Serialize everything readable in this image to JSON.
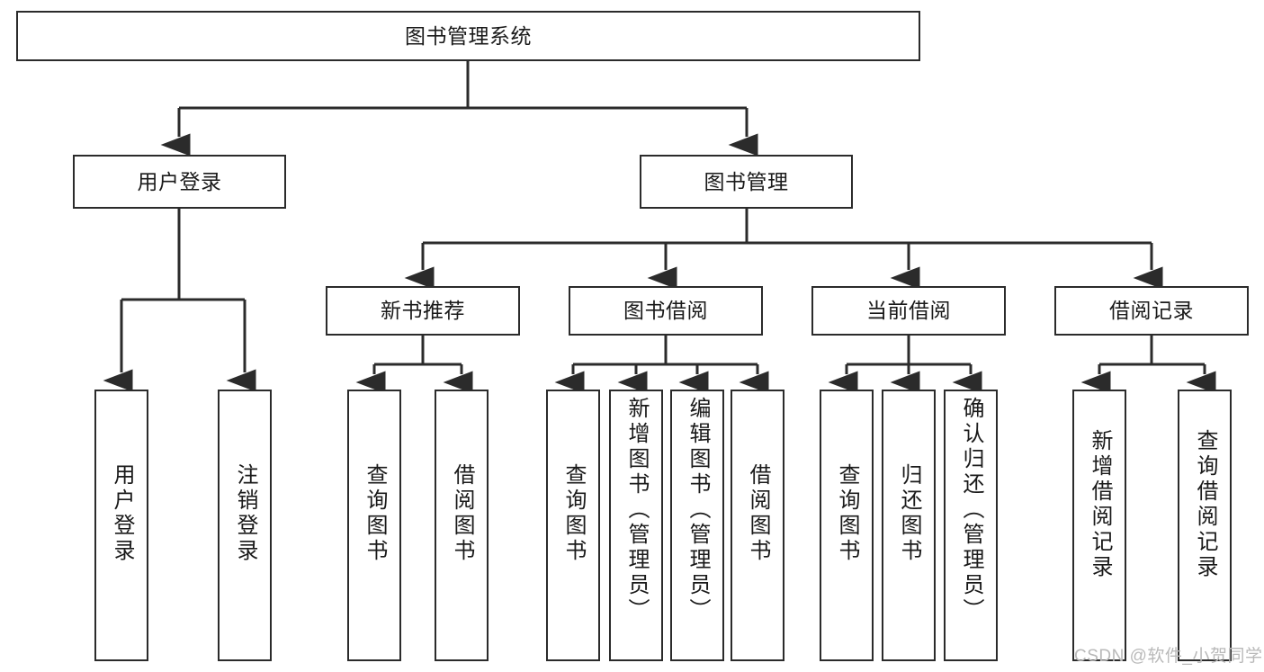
{
  "diagram": {
    "type": "tree-hierarchy",
    "title": "图书管理系统",
    "watermark": "CSDN @软件_小贺同学",
    "colors": {
      "stroke": "#2b2b2b",
      "fill": "#ffffff",
      "text": "#1a1a1a",
      "watermark": "#b9b9b9"
    },
    "nodes": {
      "root": {
        "label": "图书管理系统",
        "level": 1
      },
      "l2": [
        {
          "id": "user-login",
          "label": "用户登录",
          "level": 2
        },
        {
          "id": "book-manage",
          "label": "图书管理",
          "level": 2
        }
      ],
      "l3": [
        {
          "id": "new-book-rec",
          "label": "新书推荐",
          "level": 3,
          "parent": "book-manage"
        },
        {
          "id": "book-borrow",
          "label": "图书借阅",
          "level": 3,
          "parent": "book-manage"
        },
        {
          "id": "current-borrow",
          "label": "当前借阅",
          "level": 3,
          "parent": "book-manage"
        },
        {
          "id": "borrow-record",
          "label": "借阅记录",
          "level": 3,
          "parent": "book-manage"
        }
      ],
      "leaves": [
        {
          "id": "leaf-user-login",
          "label": "用户登录",
          "parent": "user-login"
        },
        {
          "id": "leaf-logout-login",
          "label": "注销登录",
          "parent": "user-login"
        },
        {
          "id": "leaf-query-book-1",
          "label": "查询图书",
          "parent": "new-book-rec"
        },
        {
          "id": "leaf-borrow-book-1",
          "label": "借阅图书",
          "parent": "new-book-rec"
        },
        {
          "id": "leaf-query-book-2",
          "label": "查询图书",
          "parent": "book-borrow"
        },
        {
          "id": "leaf-add-book",
          "label": "新增图书（管理员）",
          "parent": "book-borrow"
        },
        {
          "id": "leaf-edit-book",
          "label": "编辑图书（管理员）",
          "parent": "book-borrow"
        },
        {
          "id": "leaf-borrow-book-2",
          "label": "借阅图书",
          "parent": "book-borrow"
        },
        {
          "id": "leaf-query-book-3",
          "label": "查询图书",
          "parent": "current-borrow"
        },
        {
          "id": "leaf-return-book",
          "label": "归还图书",
          "parent": "current-borrow"
        },
        {
          "id": "leaf-confirm-return",
          "label": "确认归还（管理员）",
          "parent": "current-borrow"
        },
        {
          "id": "leaf-add-record",
          "label": "新增借阅记录",
          "parent": "borrow-record"
        },
        {
          "id": "leaf-query-record",
          "label": "查询借阅记录",
          "parent": "borrow-record"
        }
      ]
    }
  }
}
